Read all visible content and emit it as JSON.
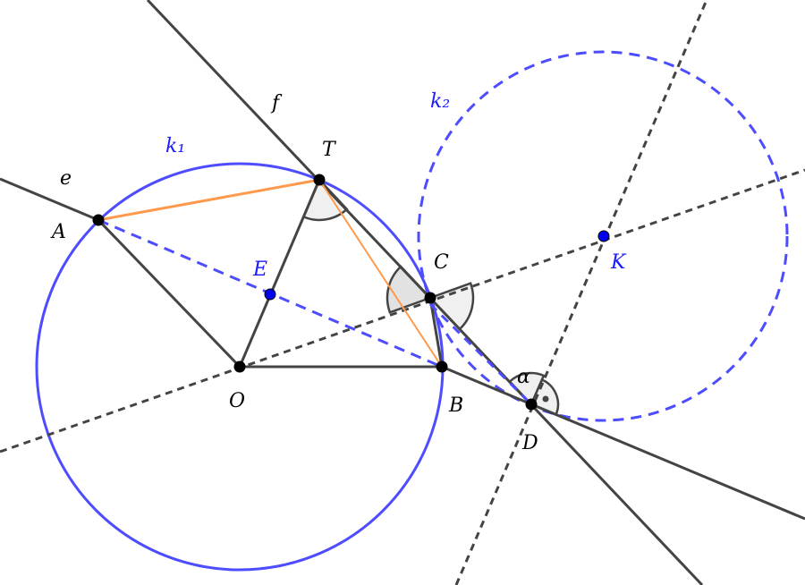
{
  "colors": {
    "circle": "#4d4dff",
    "line": "#444444",
    "orange": "#ff9a4d",
    "point": "#000000",
    "blue_point": "#0000ee"
  },
  "labels": {
    "line_e": "e",
    "line_f": "f",
    "circle_k1": "k₁",
    "circle_k2": "k₂",
    "A": "A",
    "T": "T",
    "E": "E",
    "C": "C",
    "K": "K",
    "O": "O",
    "B": "B",
    "D": "D",
    "alpha": "α"
  }
}
